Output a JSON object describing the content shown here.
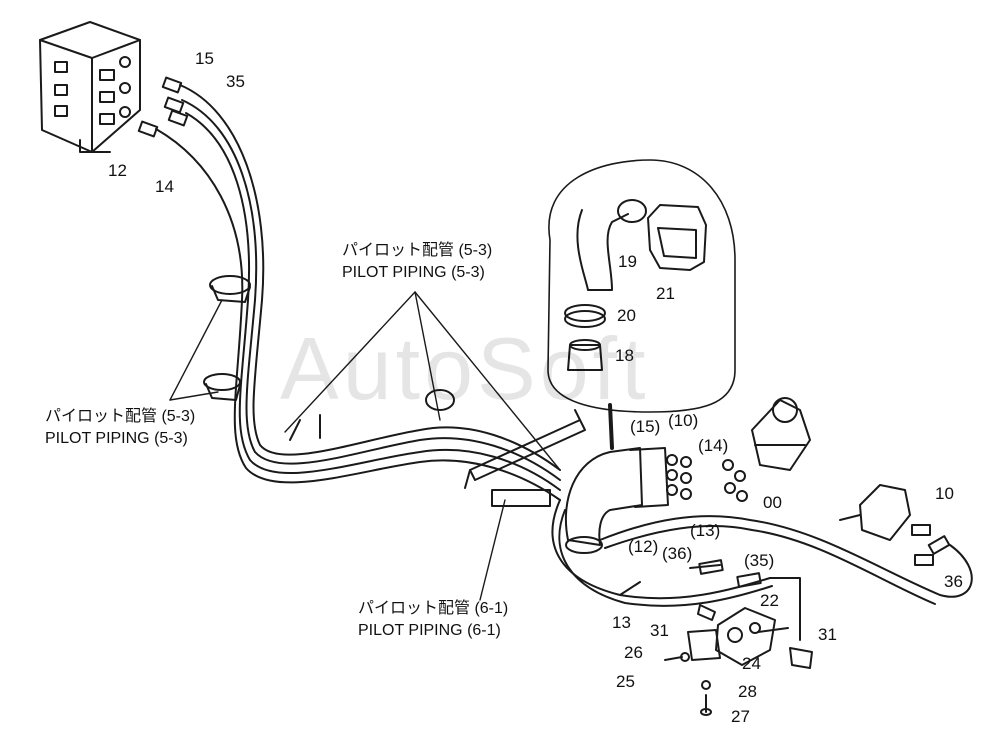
{
  "watermark": "AutoSoft",
  "captions": {
    "c1_jp": "パイロット配管 (5-3)",
    "c1_en": "PILOT PIPING (5-3)",
    "c2_jp": "パイロット配管 (5-3)",
    "c2_en": "PILOT PIPING (5-3)",
    "c3_jp": "パイロット配管 (6-1)",
    "c3_en": "PILOT PIPING (6-1)"
  },
  "parts": {
    "p15a": "15",
    "p35a": "35",
    "p12a": "12",
    "p14a": "14",
    "p19": "19",
    "p21": "21",
    "p20": "20",
    "p18": "18",
    "p15b": "(15)",
    "p10a": "(10)",
    "p14b": "(14)",
    "p00": "00",
    "p12b": "(12)",
    "p36a": "(36)",
    "p13a": "(13)",
    "p10b": "10",
    "p36b": "36",
    "p35b": "(35)",
    "p22": "22",
    "p13b": "13",
    "p31a": "31",
    "p31b": "31",
    "p26": "26",
    "p24": "24",
    "p25": "25",
    "p28": "28",
    "p27": "27"
  }
}
